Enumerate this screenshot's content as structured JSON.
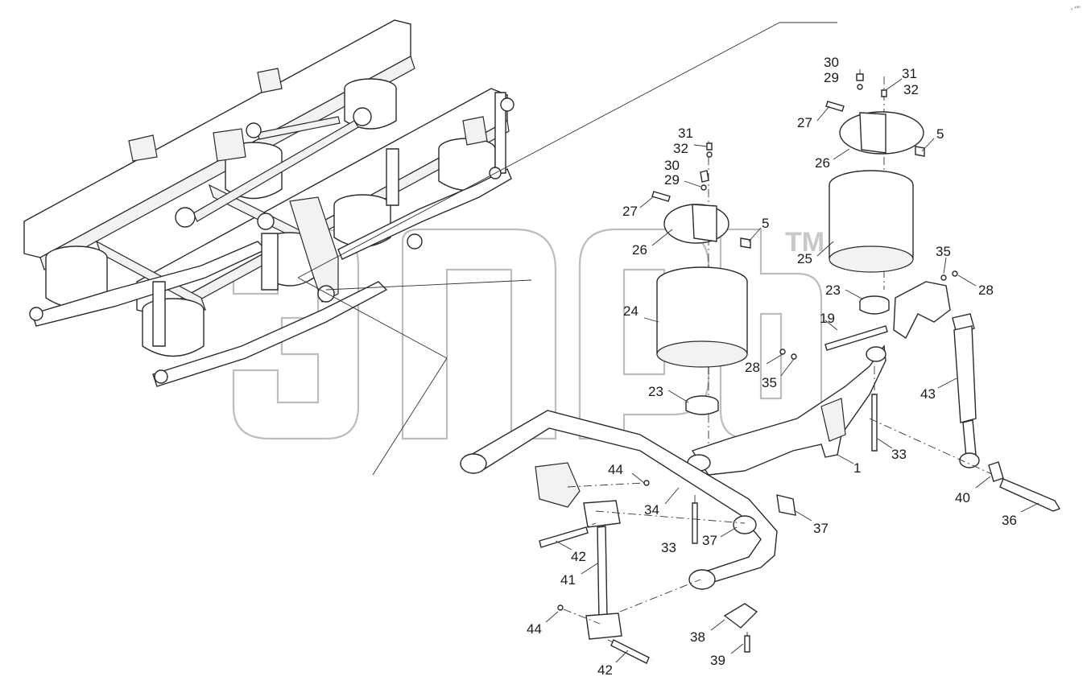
{
  "callouts": [
    {
      "id": "c30a",
      "text": "30"
    },
    {
      "id": "c31a",
      "text": "31"
    },
    {
      "id": "c29a",
      "text": "29"
    },
    {
      "id": "c32a",
      "text": "32"
    },
    {
      "id": "c27a",
      "text": "27"
    },
    {
      "id": "c5a",
      "text": "5"
    },
    {
      "id": "c26a",
      "text": "26"
    },
    {
      "id": "c31b",
      "text": "31"
    },
    {
      "id": "c32b",
      "text": "32"
    },
    {
      "id": "c30b",
      "text": "30"
    },
    {
      "id": "c29b",
      "text": "29"
    },
    {
      "id": "c27b",
      "text": "27"
    },
    {
      "id": "c5b",
      "text": "5"
    },
    {
      "id": "c26b",
      "text": "26"
    },
    {
      "id": "c25",
      "text": "25"
    },
    {
      "id": "c35a",
      "text": "35"
    },
    {
      "id": "c28a",
      "text": "28"
    },
    {
      "id": "c23a",
      "text": "23"
    },
    {
      "id": "c24",
      "text": "24"
    },
    {
      "id": "c19",
      "text": "19"
    },
    {
      "id": "c28b",
      "text": "28"
    },
    {
      "id": "c35b",
      "text": "35"
    },
    {
      "id": "c43",
      "text": "43"
    },
    {
      "id": "c23b",
      "text": "23"
    },
    {
      "id": "c1",
      "text": "1"
    },
    {
      "id": "c33a",
      "text": "33"
    },
    {
      "id": "c44a",
      "text": "44"
    },
    {
      "id": "c34",
      "text": "34"
    },
    {
      "id": "c40",
      "text": "40"
    },
    {
      "id": "c36",
      "text": "36"
    },
    {
      "id": "c37a",
      "text": "37"
    },
    {
      "id": "c33b",
      "text": "33"
    },
    {
      "id": "c37b",
      "text": "37"
    },
    {
      "id": "c42a",
      "text": "42"
    },
    {
      "id": "c41",
      "text": "41"
    },
    {
      "id": "c44b",
      "text": "44"
    },
    {
      "id": "c38",
      "text": "38"
    },
    {
      "id": "c39",
      "text": "39"
    },
    {
      "id": "c42b",
      "text": "42"
    }
  ],
  "watermark": {
    "trademark": "TM"
  },
  "corner_mark": "₀ ⁴⁰⁰"
}
